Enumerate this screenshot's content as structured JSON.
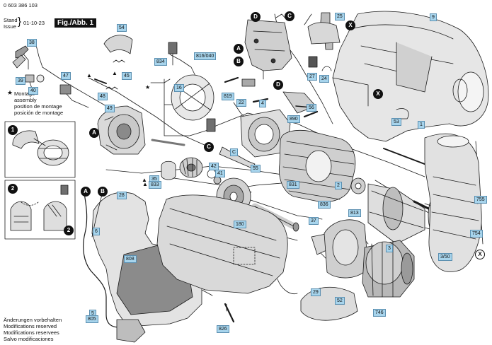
{
  "header": {
    "part_number": "0 603 386 103",
    "stand_label": "Stand",
    "issue_label": "Issue",
    "date": "01-10-23",
    "figure_label": "Fig./Abb. 1"
  },
  "montage_note": {
    "star": "★",
    "lines": [
      "Montage",
      "assembly",
      "position de montage",
      "posición de montage"
    ]
  },
  "footer": {
    "lines": [
      "Änderungen vorbehalten",
      "Modifications reserved",
      "Modifications reservees",
      "Salvo modificaciones"
    ]
  },
  "inset_markers": [
    "1",
    "2"
  ],
  "wire_markers": [
    "A",
    "B",
    "C",
    "D",
    "X"
  ],
  "part_labels": [
    "54",
    "38",
    "39",
    "40",
    "47",
    "834",
    "45",
    "49",
    "816/040",
    "16",
    "48",
    "9",
    "25",
    "27",
    "24",
    "819",
    "22",
    "4",
    "56",
    "890",
    "53",
    "1",
    "C",
    "55",
    "42",
    "41",
    "35",
    "833",
    "831",
    "2",
    "813",
    "755",
    "754",
    "836",
    "37",
    "180",
    "808",
    "28",
    "6",
    "5",
    "805",
    "826",
    "29",
    "52",
    "746",
    "3",
    "3/50"
  ],
  "colors": {
    "label_fill": "#a7d4ec",
    "label_border": "#5b8fb0",
    "line": "#1a1a1a",
    "part_shade": "#d4d4d4",
    "part_dark": "#6f6f6f"
  }
}
